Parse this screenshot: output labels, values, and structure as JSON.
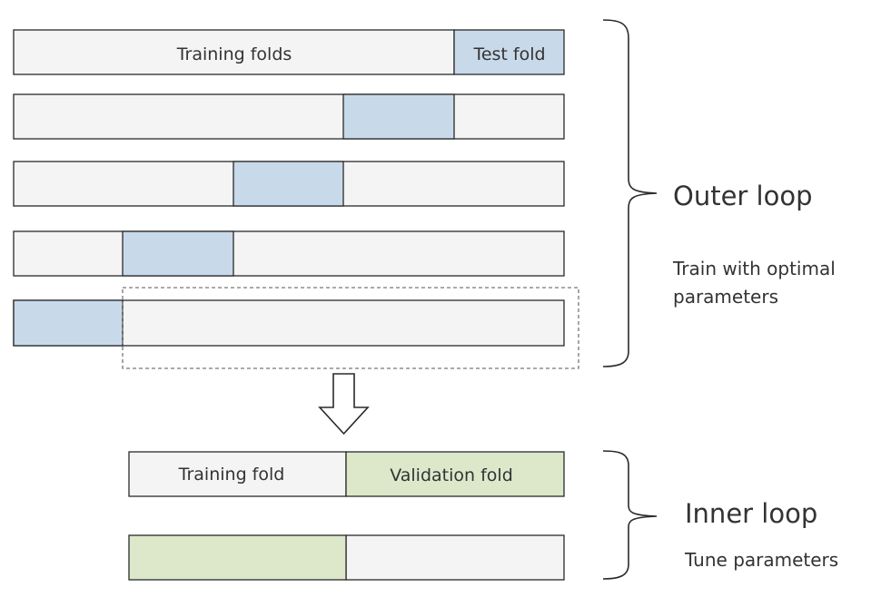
{
  "colors": {
    "training": "#f4f4f4",
    "test": "#c8d9ea",
    "validation": "#dde8cb",
    "border": "#2a2a2a",
    "text": "#333333",
    "dashed": "#777777"
  },
  "outer": {
    "bar1_left_label": "Training folds",
    "bar1_right_label": "Test fold",
    "title": "Outer loop",
    "desc_line1": "Train with optimal",
    "desc_line2": "parameters"
  },
  "inner": {
    "bar1_left_label": "Training fold",
    "bar1_right_label": "Validation fold",
    "title": "Inner loop",
    "desc": "Tune parameters"
  }
}
